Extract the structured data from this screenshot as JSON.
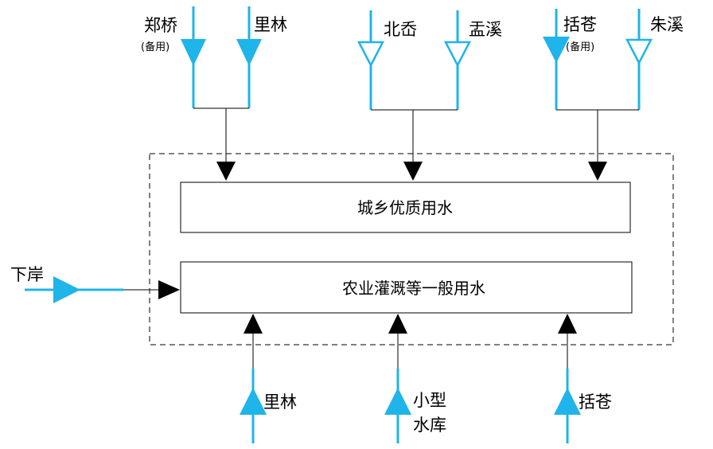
{
  "colors": {
    "source": "#1fb4ea",
    "flow": "#000000",
    "background": "#ffffff"
  },
  "boxes": {
    "urban_rural": "城乡优质用水",
    "agriculture": "农业灌溉等一般用水"
  },
  "sources_top": {
    "zhengqiao": {
      "name": "郑桥",
      "note": "(备用)"
    },
    "lilin": {
      "name": "里林"
    },
    "beipi": {
      "name": "北岙"
    },
    "mengxi": {
      "name": "盂溪"
    },
    "kuocang": {
      "name": "括苍",
      "note": "(备用)"
    },
    "zhuxi": {
      "name": "朱溪"
    }
  },
  "sources_bottom": {
    "lilin": {
      "name": "里林"
    },
    "reservoir": {
      "line1": "小型",
      "line2": "水库"
    },
    "kuocang": {
      "name": "括苍"
    }
  },
  "sources_left": {
    "xiaan": {
      "name": "下岸"
    }
  }
}
